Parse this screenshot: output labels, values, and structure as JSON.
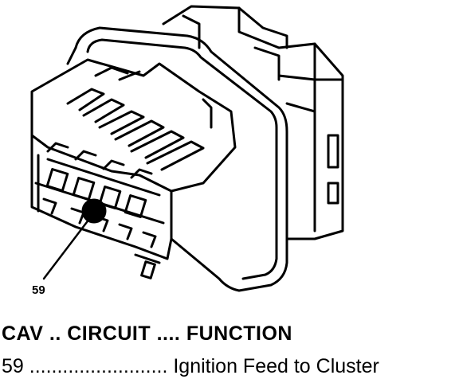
{
  "diagram": {
    "callout": "59",
    "table": {
      "header": {
        "cav": "CAV",
        "sep1": " .. ",
        "circuit": "CIRCUIT",
        "sep2": " .... ",
        "function": "FUNCTION"
      },
      "rows": [
        {
          "cav": "59",
          "dots": " ......................... ",
          "function": "Ignition Feed to Cluster"
        }
      ]
    }
  }
}
